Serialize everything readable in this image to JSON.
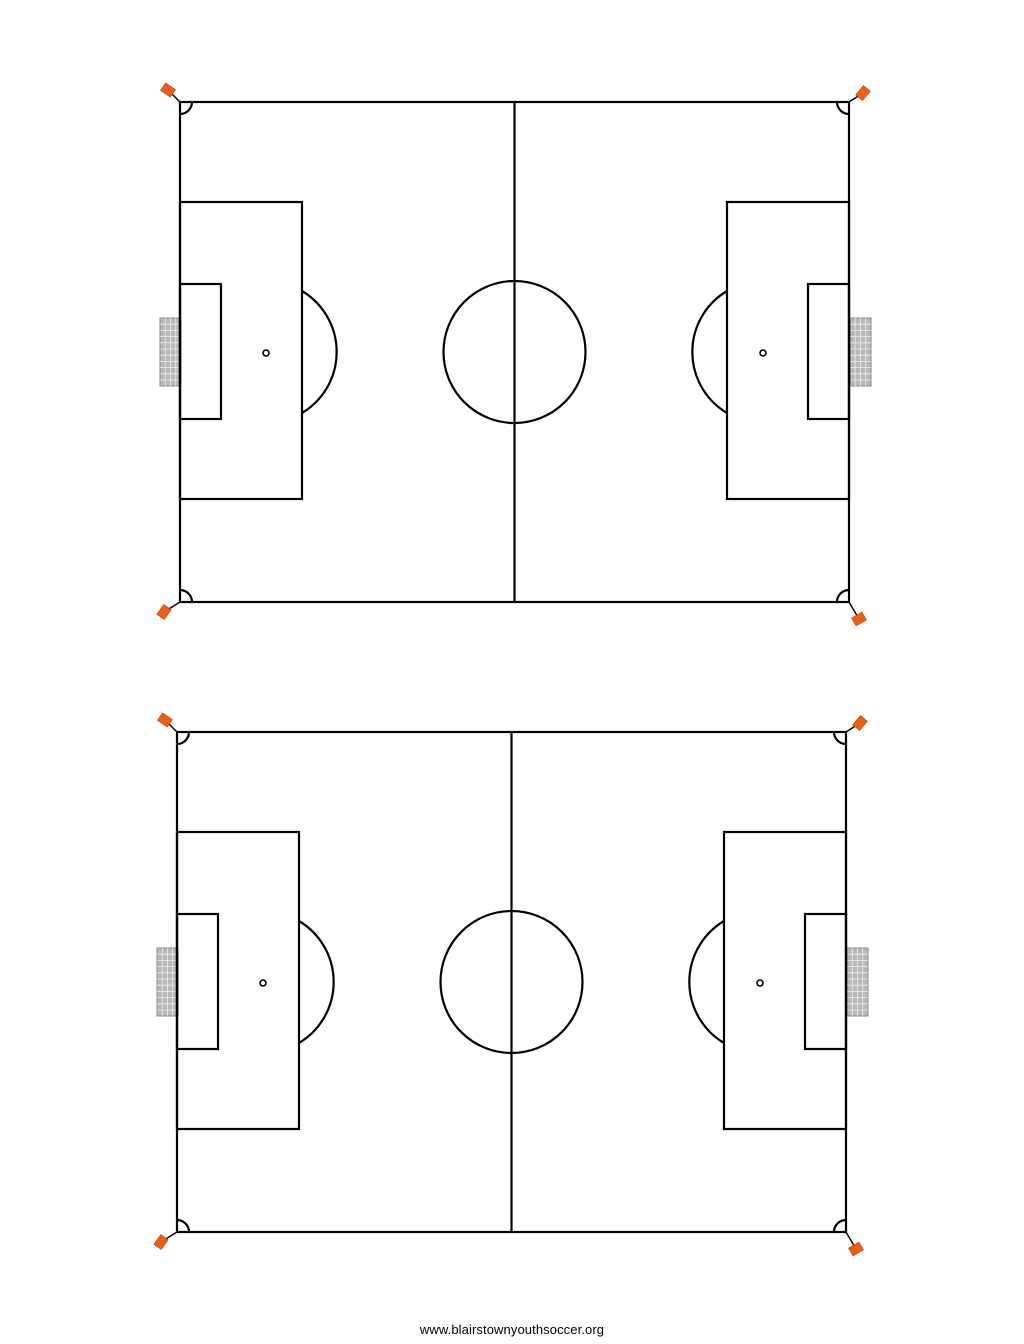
{
  "footer": {
    "url": "www.blairstownyouthsoccer.org"
  },
  "fields": [
    {
      "id": "top",
      "name": "soccer-field-top"
    },
    {
      "id": "bottom",
      "name": "soccer-field-bottom"
    }
  ],
  "colors": {
    "line": "#000000",
    "pitch": "#ffffff",
    "flag": "#ee5e14",
    "goal_fill": "#b8b8b8",
    "goal_net": "#eeeeee"
  },
  "icons": {
    "corner_flag": "corner-flag-icon",
    "goal": "goal-net-icon"
  }
}
